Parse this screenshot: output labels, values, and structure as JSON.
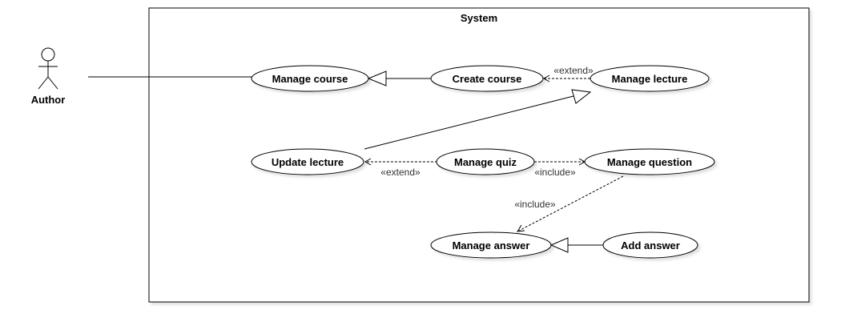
{
  "system": {
    "title": "System"
  },
  "actor": {
    "label": "Author"
  },
  "use_cases": {
    "manage_course": "Manage course",
    "create_course": "Create course",
    "manage_lecture": "Manage lecture",
    "update_lecture": "Update lecture",
    "manage_quiz": "Manage quiz",
    "manage_question": "Manage question",
    "manage_answer": "Manage answer",
    "add_answer": "Add answer"
  },
  "stereotypes": {
    "extend_create_lecture": "«extend»",
    "extend_update_quiz": "«extend»",
    "include_quiz_question": "«include»",
    "include_question_answer": "«include»"
  }
}
